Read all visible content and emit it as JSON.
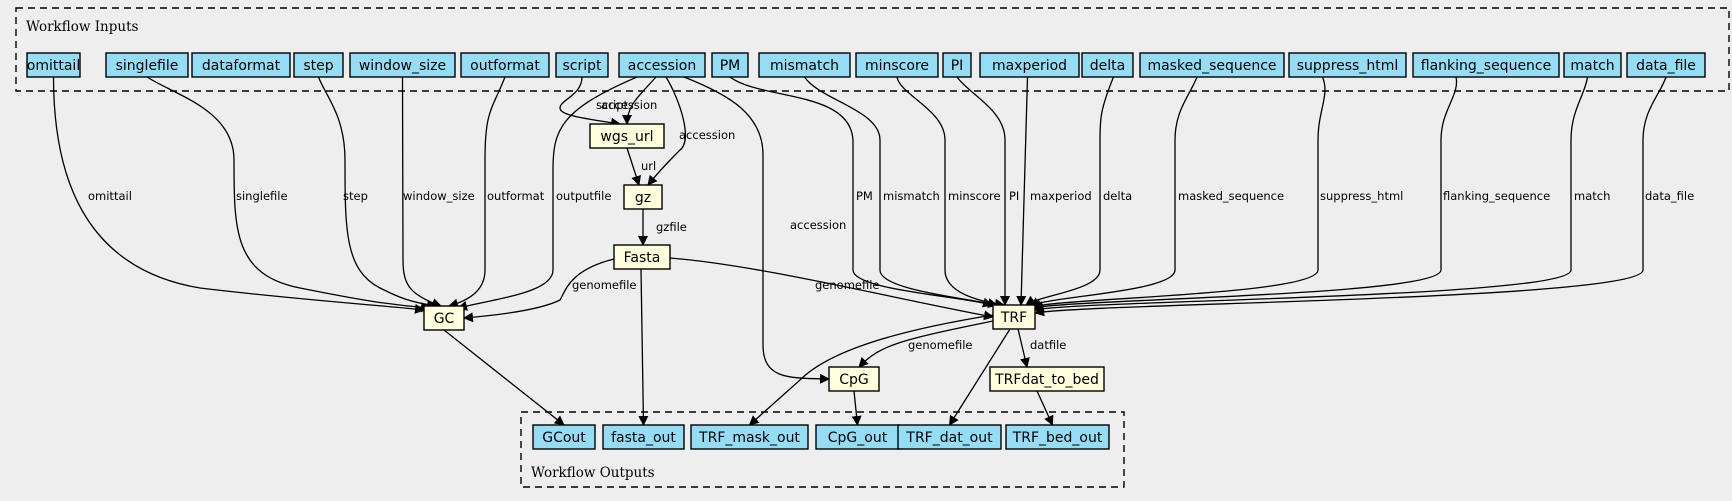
{
  "colors": {
    "background": "#eeeeee",
    "input_fill": "#94ddf4",
    "step_fill": "#ffffdd",
    "stroke": "#000000"
  },
  "groups": {
    "inputs_label": "Workflow Inputs",
    "outputs_label": "Workflow Outputs"
  },
  "inputs": {
    "omittail": "omittail",
    "singlefile": "singlefile",
    "dataformat": "dataformat",
    "step": "step",
    "window_size": "window_size",
    "outformat": "outformat",
    "script": "script",
    "accession": "accession",
    "PM": "PM",
    "mismatch": "mismatch",
    "minscore": "minscore",
    "PI": "PI",
    "maxperiod": "maxperiod",
    "delta": "delta",
    "masked_sequence": "masked_sequence",
    "suppress_html": "suppress_html",
    "flanking_sequence": "flanking_sequence",
    "match": "match",
    "data_file": "data_file"
  },
  "steps": {
    "wgs_url": "wgs_url",
    "gz": "gz",
    "Fasta": "Fasta",
    "GC": "GC",
    "TRF": "TRF",
    "CpG": "CpG",
    "TRFdat_to_bed": "TRFdat_to_bed"
  },
  "outputs": {
    "GCout": "GCout",
    "fasta_out": "fasta_out",
    "TRF_mask_out": "TRF_mask_out",
    "CpG_out": "CpG_out",
    "TRF_dat_out": "TRF_dat_out",
    "TRF_bed_out": "TRF_bed_out"
  },
  "edge_labels": {
    "omittail": "omittail",
    "singlefile": "singlefile",
    "step": "step",
    "window_size": "window_size",
    "outformat": "outformat",
    "outputfile": "outputfile",
    "script": "script",
    "accession_wgs": "accession",
    "accession_gz": "accession",
    "accession_cpg": "accession",
    "url": "url",
    "gzfile": "gzfile",
    "genomefile_gc": "genomefile",
    "genomefile_trf": "genomefile",
    "genomefile_cpg": "genomefile",
    "PM": "PM",
    "mismatch": "mismatch",
    "minscore": "minscore",
    "PI": "PI",
    "maxperiod": "maxperiod",
    "delta": "delta",
    "masked_sequence": "masked_sequence",
    "suppress_html": "suppress_html",
    "flanking_sequence": "flanking_sequence",
    "match": "match",
    "data_file": "data_file",
    "datfile": "datfile"
  }
}
